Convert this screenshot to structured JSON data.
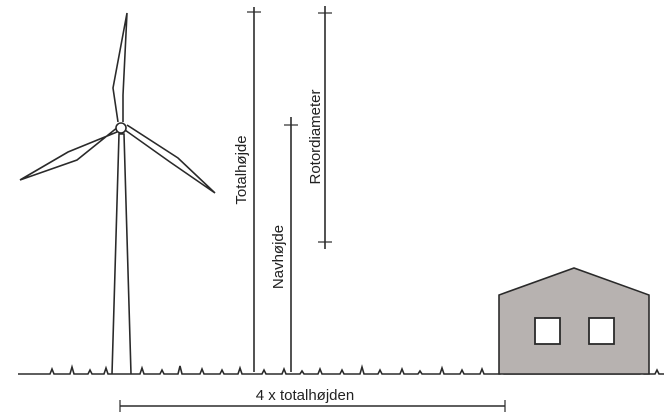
{
  "diagram": {
    "labels": {
      "total_height": "Totalhøjde",
      "hub_height": "Navhøjde",
      "rotor_diameter": "Rotordiameter",
      "distance": "4 x totalhøjden"
    },
    "colors": {
      "line": "#2a2a2a",
      "house_fill": "#b7b2b0",
      "window_fill": "#ffffff",
      "background": "#ffffff"
    },
    "icons": [
      "wind-turbine-icon",
      "house-icon"
    ]
  }
}
